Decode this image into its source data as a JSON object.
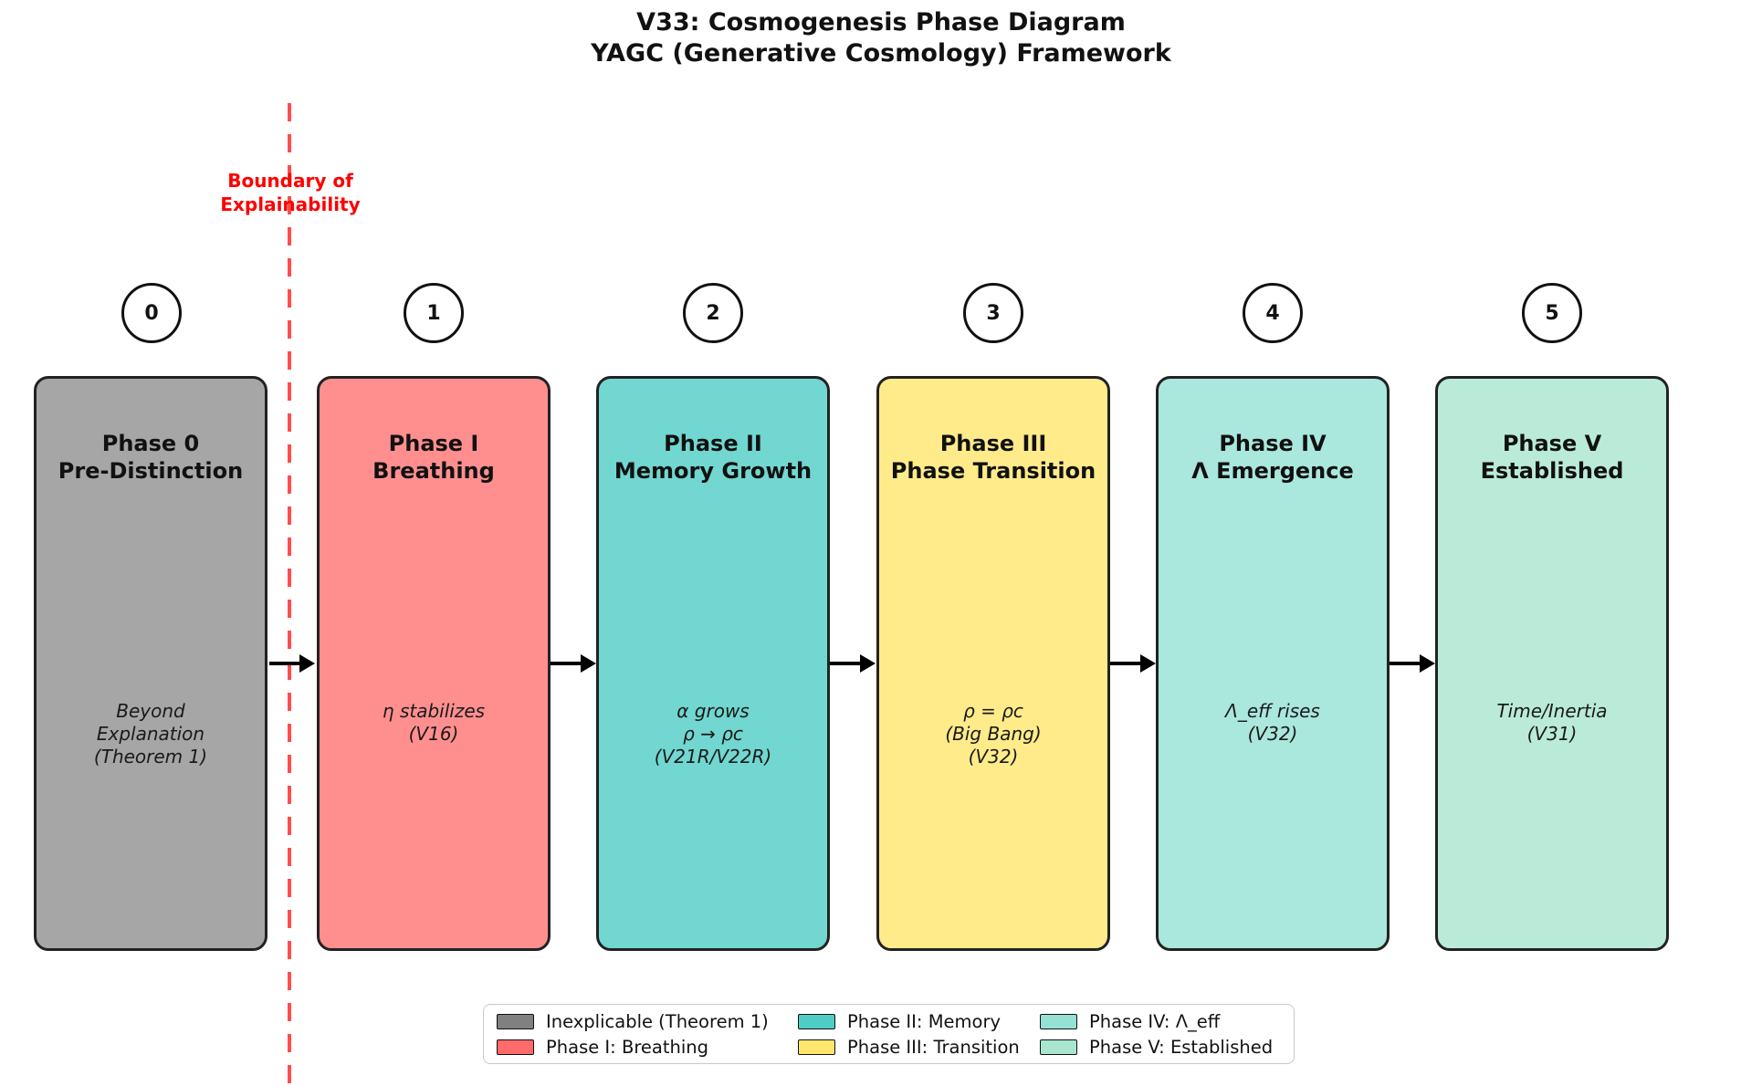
{
  "title": {
    "line1": "V33: Cosmogenesis Phase Diagram",
    "line2": "YAGC (Generative Cosmology) Framework"
  },
  "boundary": {
    "label_line1": "Boundary of",
    "label_line2": "Explainability",
    "text_color": "#ff0000",
    "line_color": "#ff4d4d"
  },
  "phases": [
    {
      "number": "0",
      "title_line1": "Phase 0",
      "title_line2": "Pre-Distinction",
      "sub_line1": "Beyond",
      "sub_line2": "Explanation",
      "sub_line3": "(Theorem 1)",
      "fill": "#a6a6a6",
      "base_color": "#808080"
    },
    {
      "number": "1",
      "title_line1": "Phase I",
      "title_line2": "Breathing",
      "sub_line1": "η stabilizes",
      "sub_line2": "(V16)",
      "sub_line3": "",
      "fill": "#ff8f8f",
      "base_color": "#ff6b6b"
    },
    {
      "number": "2",
      "title_line1": "Phase II",
      "title_line2": "Memory Growth",
      "sub_line1": "α grows",
      "sub_line2": "ρ → ρc",
      "sub_line3": "(V21R/V22R)",
      "fill": "#71d7d0",
      "base_color": "#4ecdc4"
    },
    {
      "number": "3",
      "title_line1": "Phase III",
      "title_line2": "Phase Transition",
      "sub_line1": "ρ = ρc",
      "sub_line2": "(Big Bang)",
      "sub_line3": "(V32)",
      "fill": "#ffeb8a",
      "base_color": "#ffe66d"
    },
    {
      "number": "4",
      "title_line1": "Phase IV",
      "title_line2": "Λ Emergence",
      "sub_line1": "Λ_eff rises",
      "sub_line2": "(V32)",
      "sub_line3": "",
      "fill": "#aae7dc",
      "base_color": "#95e1d3"
    },
    {
      "number": "5",
      "title_line1": "Phase V",
      "title_line2": "Established",
      "sub_line1": "Time/Inertia",
      "sub_line2": "(V31)",
      "sub_line3": "",
      "fill": "#b9ebd8",
      "base_color": "#a8e6cf"
    }
  ],
  "legend": {
    "items": [
      {
        "label": "Inexplicable (Theorem 1)",
        "color": "#808080"
      },
      {
        "label": "Phase I: Breathing",
        "color": "#ff6b6b"
      },
      {
        "label": "Phase II: Memory",
        "color": "#4ecdc4"
      },
      {
        "label": "Phase III: Transition",
        "color": "#ffe66d"
      },
      {
        "label": "Phase IV: Λ_eff",
        "color": "#95e1d3"
      },
      {
        "label": "Phase V: Established",
        "color": "#a8e6cf"
      }
    ]
  }
}
